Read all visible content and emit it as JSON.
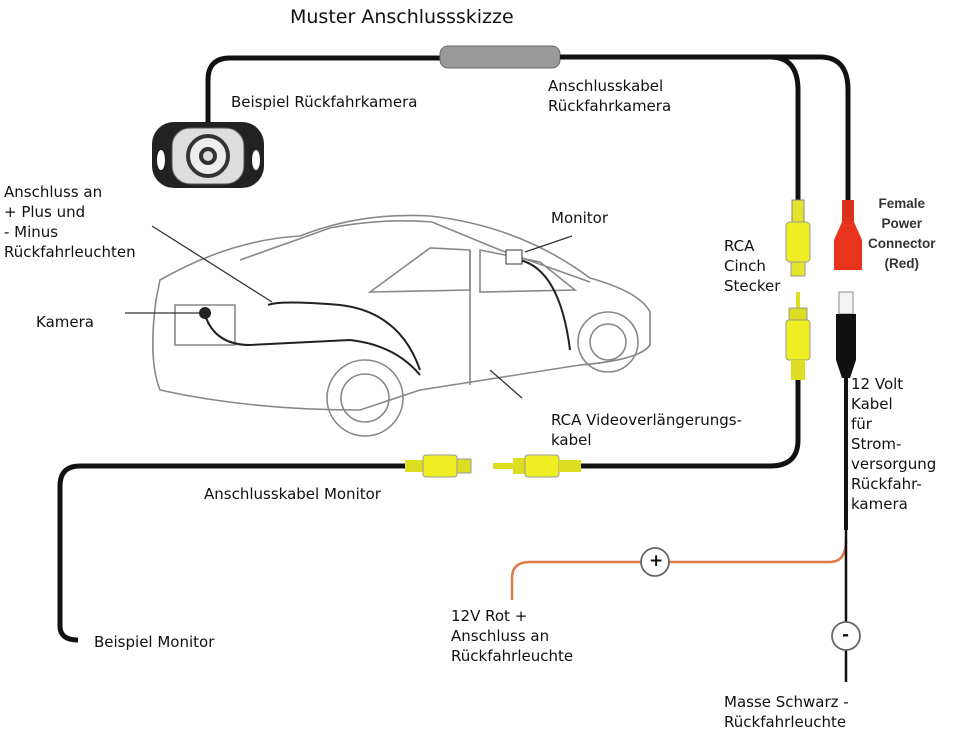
{
  "title": "Muster Anschlussskizze",
  "labels": {
    "camera_example": "Beispiel Rückfahrkamera",
    "camera_cable": "Anschlusskabel\nRückfahrkamera",
    "plus_minus": "Anschluss an\n+ Plus und\n- Minus\nRückfahrleuchten",
    "camera": "Kamera",
    "monitor": "Monitor",
    "rca": "RCA\nCinch\nStecker",
    "female_power": "Female\nPower\nConnector\n(Red)",
    "power_cable": "12 Volt\nKabel\nfür\nStrom-\nversorgung\nRückfahr-\nkamera",
    "rca_extension": "RCA Videoverlängerungs-\nkabel",
    "monitor_cable": "Anschlusskabel Monitor",
    "monitor_example": "Beispiel Monitor",
    "red_plus": "12V Rot +\nAnschluss an\nRückfahrleuchte",
    "ground": "Masse Schwarz -\nRückfahrleuchte"
  },
  "symbols": {
    "plus": "+",
    "minus": "-"
  },
  "colors": {
    "cable": "#111111",
    "rca_yellow": "#eeee22",
    "power_red": "#e8341c",
    "red_wire": "#e07a4a",
    "car_line": "#777777"
  }
}
